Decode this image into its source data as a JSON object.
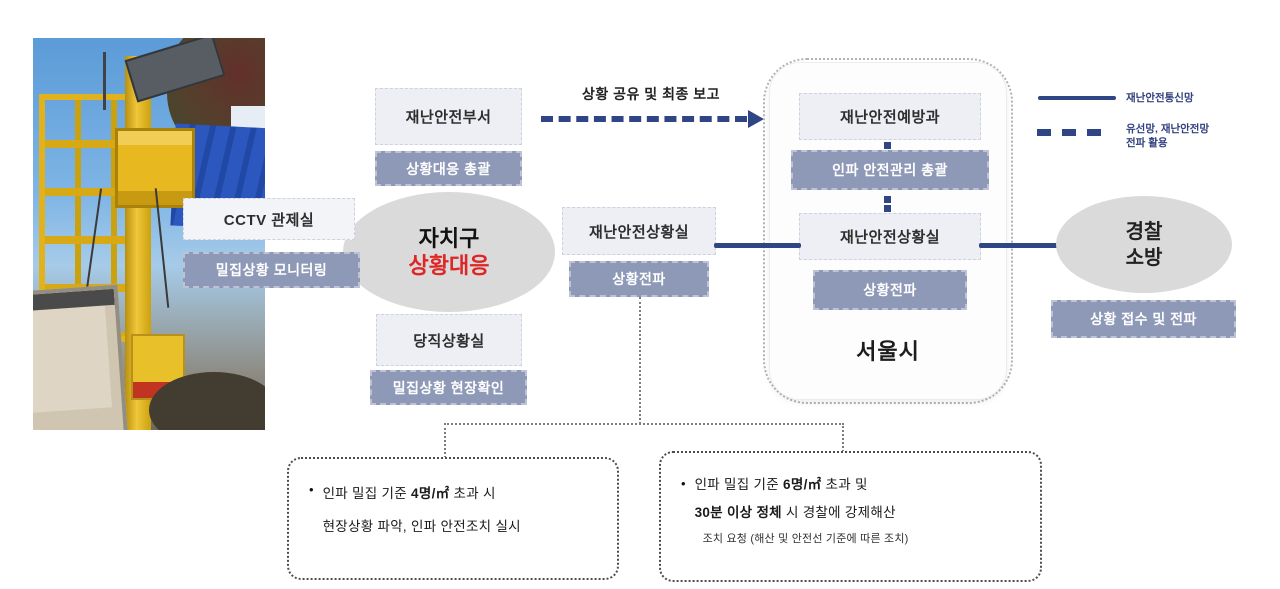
{
  "colors": {
    "accent_navy": "#2f4585",
    "badge_bg": "#8e99b7",
    "box_bg": "#edeff4",
    "ellipse_bg": "#dadada",
    "alert_red": "#e02525"
  },
  "legend": {
    "solid_label": "재난안전통신망",
    "dashed_label_line1": "유선망, 재난안전망",
    "dashed_label_line2": "전파 활용"
  },
  "flow_arrow_label": "상황 공유 및 최종 보고",
  "district": {
    "cctv_title": "CCTV 관제실",
    "cctv_badge": "밀집상황 모니터링",
    "hub_line1": "자치구",
    "hub_line2": "상황대응",
    "dept_title": "재난안전부서",
    "dept_badge": "상황대응 총괄",
    "duty_title": "당직상황실",
    "duty_badge": "밀집상황 현장확인",
    "situation_title": "재난안전상황실",
    "situation_badge": "상황전파"
  },
  "seoul": {
    "label": "서울시",
    "prevention_title": "재난안전예방과",
    "prevention_badge": "인파 안전관리 총괄",
    "situation_title": "재난안전상황실",
    "situation_badge": "상황전파"
  },
  "police": {
    "line1": "경찰",
    "line2": "소방",
    "badge": "상황 접수 및 전파"
  },
  "callout_left": {
    "bullet": "•",
    "l1a": "인파 밀집 기준 ",
    "l1b": "4명/㎡",
    "l1c": " 초과 시",
    "l2": "현장상황 파악, 인파 안전조치 실시"
  },
  "callout_right": {
    "bullet": "•",
    "l1a": "인파 밀집 기준 ",
    "l1b": "6명/㎡",
    "l1c": " 초과 및",
    "l2a": "30분 이상 정체",
    "l2b": " 시 경찰에 강제해산",
    "l3": "조치 요청 (해산 및 안전선 기준에 따른 조치)"
  }
}
